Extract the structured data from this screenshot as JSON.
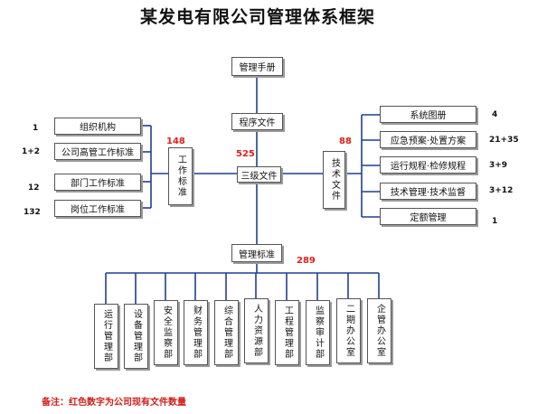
{
  "title": "某发电有限公司管理体系框架",
  "top": {
    "manual": "管理手册",
    "procedure": "程序文件",
    "level3": "三级文件",
    "mgmt_std": "管理标准"
  },
  "counts": {
    "work_std": "148",
    "level3": "525",
    "tech_docs": "88",
    "mgmt_std": "289"
  },
  "work_std": {
    "label": "工作标准"
  },
  "tech_docs": {
    "label": "技术文件"
  },
  "left_items": [
    {
      "label": "组织机构",
      "count": "1"
    },
    {
      "label": "公司高管工作标准",
      "count": "1+2"
    },
    {
      "label": "部门工作标准",
      "count": "12"
    },
    {
      "label": "岗位工作标准",
      "count": "132"
    }
  ],
  "right_items": [
    {
      "label": "系统图册",
      "count": "4"
    },
    {
      "label": "应急预案·处置方案",
      "count": "21+35"
    },
    {
      "label": "运行规程·检修规程",
      "count": "3+9"
    },
    {
      "label": "技术管理·技术监督",
      "count": "3+12"
    },
    {
      "label": "定额管理",
      "count": "1"
    }
  ],
  "departments": [
    "运行管理部",
    "设备管理部",
    "安全监察部",
    "财务管理部",
    "综合管理部",
    "人力资源部",
    "工程管理部",
    "监察审计部",
    "二期办公室",
    "企管办公室"
  ],
  "note": "备注：红色数字为公司现有文件数量",
  "colors": {
    "count_red": "#e0211c",
    "line": "#1f3f8f"
  }
}
